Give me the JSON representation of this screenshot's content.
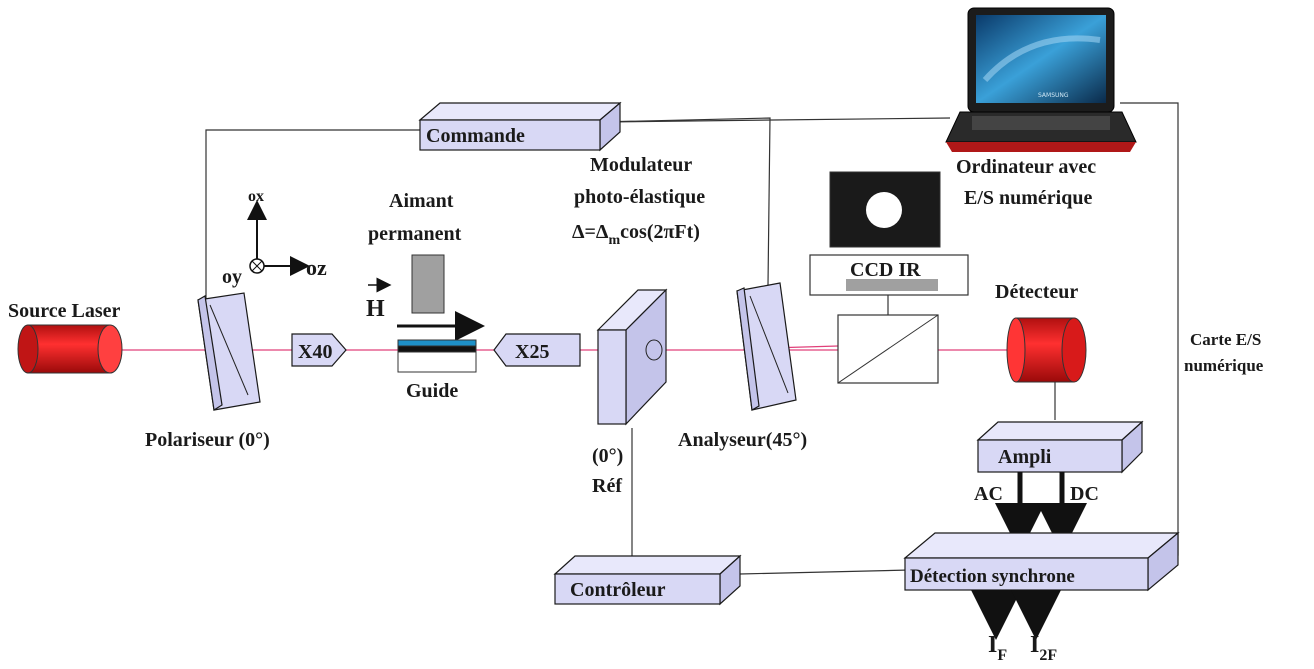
{
  "labels": {
    "source_laser": "Source Laser",
    "polariseur": "Polariseur (0°)",
    "x40": "X40",
    "x25": "X25",
    "guide": "Guide",
    "aimant_line1": "Aimant",
    "aimant_line2": "permanent",
    "h": "H",
    "ox": "ox",
    "oy": "oy",
    "oz": "oz",
    "commande": "Commande",
    "modulateur_line1": "Modulateur",
    "modulateur_line2": "photo-élastique",
    "modulateur_formula_a": "Δ=Δ",
    "modulateur_formula_sub": "m",
    "modulateur_formula_b": "cos(2πFt)",
    "ref_line1": "(0°)",
    "ref_line2": "Réf",
    "analyseur": "Analyseur(45°)",
    "ccd": "CCD IR",
    "detecteur": "Détecteur",
    "ordinateur_line1": "Ordinateur avec",
    "ordinateur_line2": "E/S numérique",
    "carte_line1": "Carte E/S",
    "carte_line2": "numérique",
    "ampli": "Ampli",
    "ac": "AC",
    "dc": "DC",
    "controleur": "Contrôleur",
    "detection": "Détection synchrone",
    "if_main": "I",
    "if_sub": "F",
    "i2f_main": "I",
    "i2f_sub": "2F",
    "laptop_brand": "SAMSUNG"
  },
  "colors": {
    "laser_red": "#e02020",
    "component_fill": "#d8d8f5",
    "beam": "#e0407a",
    "guide_blue": "#1e90c8"
  }
}
